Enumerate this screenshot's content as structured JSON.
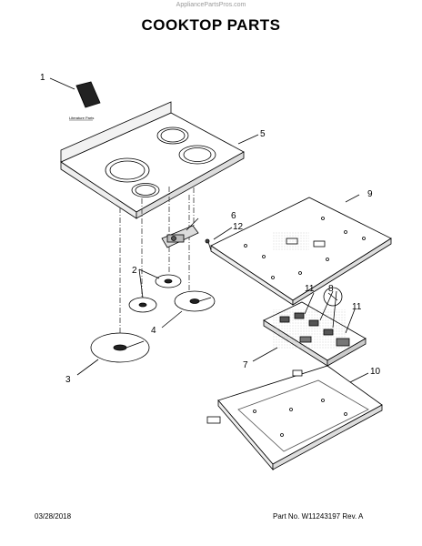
{
  "header": {
    "watermark": "AppliancePartsPros.com",
    "title": "COOKTOP PARTS"
  },
  "diagram": {
    "literature_label": "Literature Parts",
    "callouts": [
      "1",
      "2",
      "3",
      "4",
      "5",
      "6",
      "7",
      "8",
      "9",
      "10",
      "11",
      "11",
      "12"
    ]
  },
  "footer": {
    "date": "03/28/2018",
    "part_number": "Part No. W11243197  Rev. A"
  }
}
